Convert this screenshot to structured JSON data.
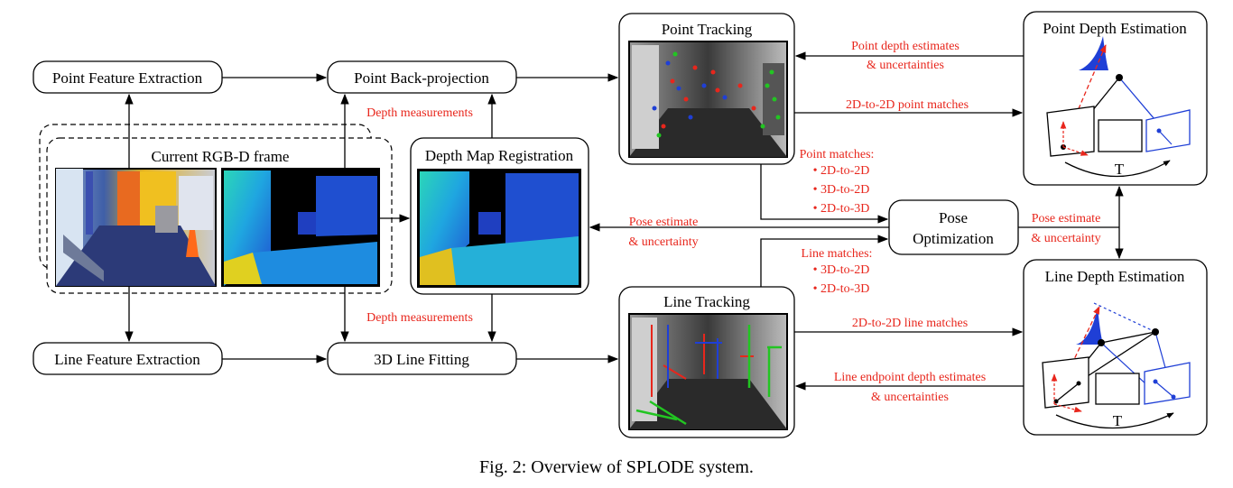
{
  "boxes": {
    "point_feature_extraction": "Point Feature Extraction",
    "point_back_projection": "Point Back-projection",
    "current_frame": "Current RGB-D frame",
    "depth_map_registration": "Depth Map Registration",
    "line_feature_extraction": "Line Feature Extraction",
    "line_fitting": "3D Line Fitting",
    "point_tracking": "Point Tracking",
    "line_tracking": "Line Tracking",
    "pose_optimization_1": "Pose",
    "pose_optimization_2": "Optimization",
    "point_depth_estimation": "Point Depth Estimation",
    "line_depth_estimation": "Line Depth Estimation"
  },
  "labels": {
    "depth_measurements_top": "Depth measurements",
    "depth_measurements_bottom": "Depth measurements",
    "pose_estimate_left_1": "Pose estimate",
    "pose_estimate_left_2": "& uncertainty",
    "pose_estimate_right_1": "Pose estimate",
    "pose_estimate_right_2": "& uncertainty",
    "point_depth_1": "Point depth estimates",
    "point_depth_2": "& uncertainties",
    "point_matches_2d2d": "2D-to-2D point matches",
    "line_matches_2d2d": "2D-to-2D line matches",
    "line_endpoint_1": "Line endpoint depth estimates",
    "line_endpoint_2": "& uncertainties",
    "point_matches_title": "Point matches:",
    "point_matches_items": [
      "• 2D-to-2D",
      "• 3D-to-2D",
      "• 2D-to-3D"
    ],
    "line_matches_title": "Line matches:",
    "line_matches_items": [
      "• 3D-to-2D",
      "• 2D-to-3D"
    ],
    "transform_top": "T",
    "transform_bottom": "T"
  },
  "caption": "Fig. 2: Overview of SPLODE system.",
  "colors": {
    "annotation": "#e8261c",
    "line_blue": "#1f3fd6",
    "track_green": "#22c522"
  }
}
